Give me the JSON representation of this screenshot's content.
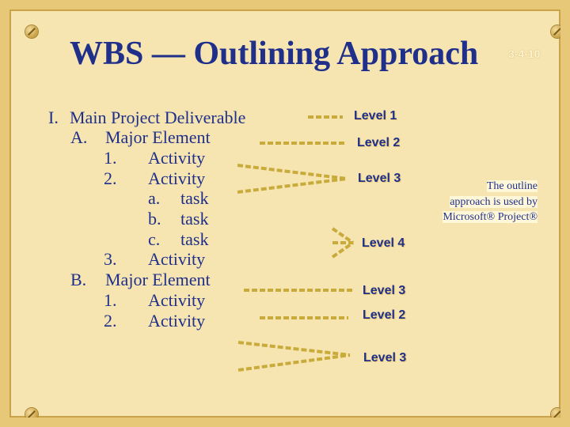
{
  "slide": {
    "title": "WBS — Outlining Approach",
    "number": "3-4-10",
    "outline": [
      {
        "marker": "I.",
        "text": "Main Project Deliverable"
      },
      {
        "marker": "A.",
        "text": "Major Element"
      },
      {
        "marker": "1.",
        "text": "Activity"
      },
      {
        "marker": "2.",
        "text": "Activity"
      },
      {
        "marker": "a.",
        "text": "task"
      },
      {
        "marker": "b.",
        "text": "task"
      },
      {
        "marker": "c.",
        "text": "task"
      },
      {
        "marker": "3.",
        "text": "Activity"
      },
      {
        "marker": "B.",
        "text": "Major Element"
      },
      {
        "marker": "1.",
        "text": "Activity"
      },
      {
        "marker": "2.",
        "text": "Activity"
      }
    ],
    "levels": [
      "Level 1",
      "Level 2",
      "Level 3",
      "Level 4",
      "Level 3",
      "Level 2",
      "Level 3"
    ],
    "note": {
      "line1": "The outline",
      "line2": "approach is used by",
      "line3": "Microsoft® Project®"
    }
  }
}
